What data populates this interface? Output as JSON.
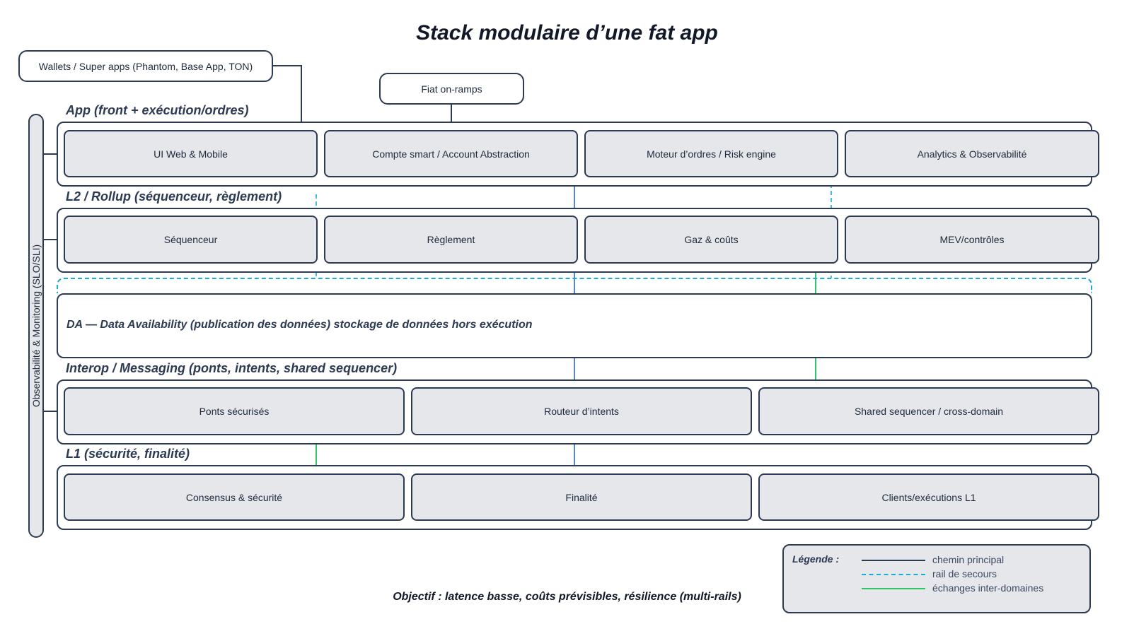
{
  "title": "Stack modulaire d’une fat app",
  "external": {
    "wallets": "Wallets / Super apps (Phantom, Base App, TON)",
    "fiat": "Fiat on-ramps"
  },
  "side_bar": "Observabilité & Monitoring (SLO/SLI)",
  "layers": {
    "app": {
      "label": "App (front + exécution/ordres)",
      "items": [
        "UI Web & Mobile",
        "Compte smart / Account Abstraction",
        "Moteur d’ordres / Risk engine",
        "Analytics & Observabilité"
      ]
    },
    "l2": {
      "label": "L2 / Rollup (séquenceur, règlement)",
      "items": [
        "Séquenceur",
        "Règlement",
        "Gaz & coûts",
        "MEV/contrôles"
      ]
    },
    "da": {
      "label": "DA — Data Availability (publication des données) stockage de données hors exécution"
    },
    "interop": {
      "label": "Interop / Messaging (ponts, intents, shared sequencer)",
      "items": [
        "Ponts sécurisés",
        "Routeur d’intents",
        "Shared sequencer / cross-domain"
      ]
    },
    "l1": {
      "label": "L1 (sécurité, finalité)",
      "items": [
        "Consensus & sécurité",
        "Finalité",
        "Clients/exécutions L1"
      ]
    }
  },
  "objective": "Objectif : latence basse, coûts prévisibles, résilience (multi-rails)",
  "legend": {
    "title": "Légende :",
    "items": [
      {
        "label": "chemin principal",
        "style": "solid",
        "color": "#2c3a52"
      },
      {
        "label": "rail de secours",
        "style": "dashed",
        "color": "#1eaad1"
      },
      {
        "label": "échanges inter-domaines",
        "style": "solid",
        "color": "#2fc66a"
      }
    ]
  },
  "colors": {
    "primary": "#2c3a52",
    "main_path": "#4f86d9",
    "backup": "#1eaad1",
    "inter_domain": "#2fc66a",
    "box_fill": "#e6e7eb"
  }
}
